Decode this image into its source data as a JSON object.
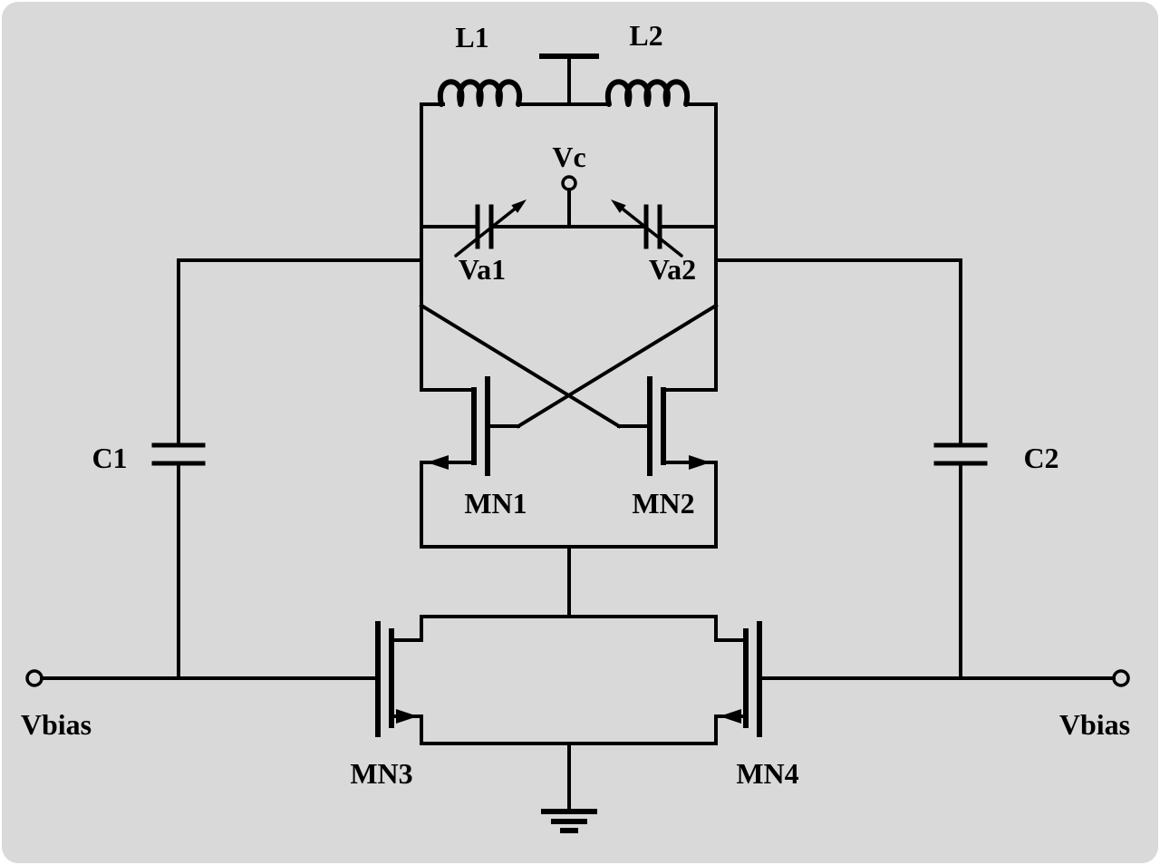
{
  "colors": {
    "page": "#ffffff",
    "background": "#d9d9d9",
    "line": "#000000",
    "label": "#000000"
  },
  "schematic": {
    "components": {
      "l1": {
        "label": "L1"
      },
      "l2": {
        "label": "L2"
      },
      "vc": {
        "label": "Vc"
      },
      "va1": {
        "label": "Va1"
      },
      "va2": {
        "label": "Va2"
      },
      "c1": {
        "label": "C1"
      },
      "c2": {
        "label": "C2"
      },
      "mn1": {
        "label": "MN1"
      },
      "mn2": {
        "label": "MN2"
      },
      "mn3": {
        "label": "MN3"
      },
      "mn4": {
        "label": "MN4"
      },
      "vbias_left": {
        "label": "Vbias"
      },
      "vbias_right": {
        "label": "Vbias"
      }
    }
  }
}
